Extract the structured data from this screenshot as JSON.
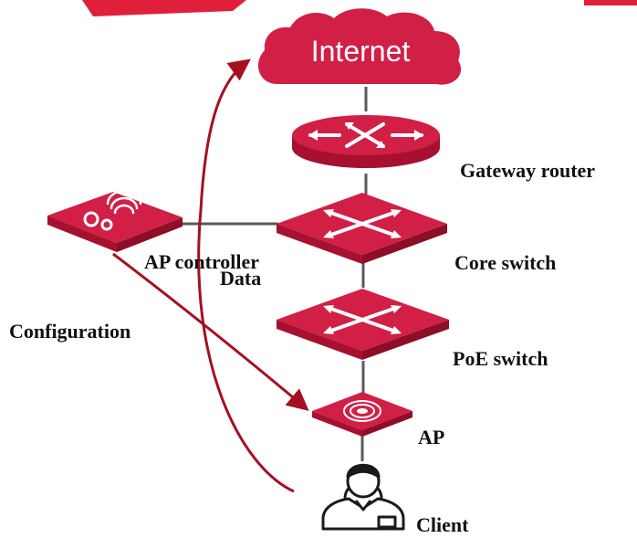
{
  "diagram": {
    "cloud_label": "Internet",
    "labels": {
      "gateway_router": "Gateway router",
      "core_switch": "Core switch",
      "ap_controller": "AP controller",
      "data": "Data",
      "configuration": "Configuration",
      "poe_switch": "PoE switch",
      "ap": "AP",
      "client": "Client"
    }
  },
  "colors": {
    "device_top": "#d11f45",
    "device_side": "#a8102f",
    "arrow": "#a51020",
    "link": "#5a5a5a",
    "banner": "#e0203a"
  }
}
